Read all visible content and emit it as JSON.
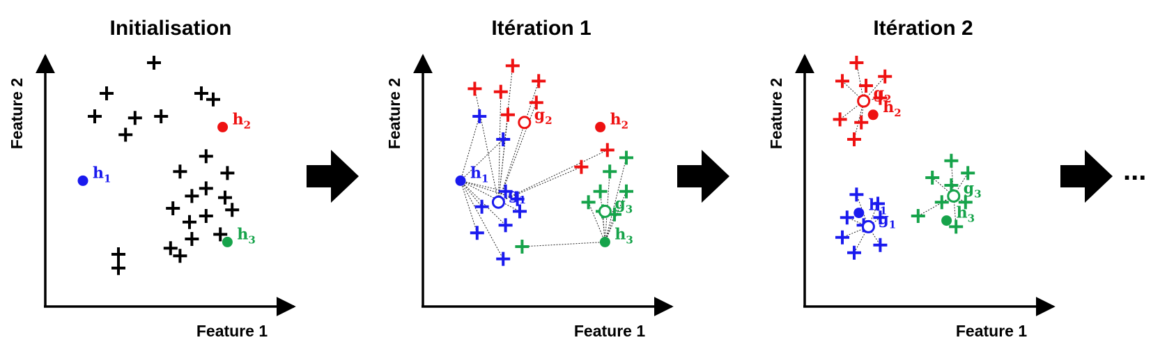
{
  "colors": {
    "black": "#000000",
    "red": "#ee1111",
    "blue": "#1a1aee",
    "green": "#16a34a"
  },
  "panels": [
    {
      "title": "Initialisation",
      "xlabel": "Feature 1",
      "ylabel": "Feature 2",
      "points": [
        {
          "x": 2,
          "y": 13,
          "c": "black"
        },
        {
          "x": 4,
          "y": 15,
          "c": "black"
        },
        {
          "x": 6,
          "y": 13,
          "c": "black"
        },
        {
          "x": 4.3,
          "y": 11.5,
          "c": "black"
        },
        {
          "x": 6.5,
          "y": 12.6,
          "c": "black"
        },
        {
          "x": 1.5,
          "y": 11.5,
          "c": "black"
        },
        {
          "x": 3.2,
          "y": 11.4,
          "c": "black"
        },
        {
          "x": 2.8,
          "y": 10.3,
          "c": "black"
        },
        {
          "x": 6.2,
          "y": 8.9,
          "c": "black"
        },
        {
          "x": 5.1,
          "y": 7.9,
          "c": "black"
        },
        {
          "x": 7.1,
          "y": 7.8,
          "c": "black"
        },
        {
          "x": 6.2,
          "y": 6.8,
          "c": "black"
        },
        {
          "x": 5.6,
          "y": 6.3,
          "c": "black"
        },
        {
          "x": 7.0,
          "y": 6.2,
          "c": "black"
        },
        {
          "x": 4.8,
          "y": 5.5,
          "c": "black"
        },
        {
          "x": 5.5,
          "y": 4.6,
          "c": "black"
        },
        {
          "x": 7.3,
          "y": 5.4,
          "c": "black"
        },
        {
          "x": 6.2,
          "y": 5.0,
          "c": "black"
        },
        {
          "x": 6.8,
          "y": 3.8,
          "c": "black"
        },
        {
          "x": 5.6,
          "y": 3.5,
          "c": "black"
        },
        {
          "x": 5.1,
          "y": 2.4,
          "c": "black"
        },
        {
          "x": 2.5,
          "y": 2.5,
          "c": "black"
        },
        {
          "x": 2.5,
          "y": 1.6,
          "c": "black"
        },
        {
          "x": 4.7,
          "y": 2.9,
          "c": "black"
        }
      ],
      "centroids": [
        {
          "label": "h",
          "index": "1",
          "x": 1.0,
          "y": 7.3,
          "c": "blue",
          "filled": true
        },
        {
          "label": "h",
          "index": "2",
          "x": 6.9,
          "y": 10.8,
          "c": "red",
          "filled": true
        },
        {
          "label": "h",
          "index": "3",
          "x": 7.1,
          "y": 3.3,
          "c": "green",
          "filled": true
        }
      ],
      "links": []
    },
    {
      "title": "Itération 1",
      "xlabel": "Feature 1",
      "ylabel": "Feature 2",
      "points": [
        {
          "x": 3.2,
          "y": 14.8,
          "c": "red"
        },
        {
          "x": 4.3,
          "y": 13.8,
          "c": "red"
        },
        {
          "x": 1.6,
          "y": 13.3,
          "c": "red"
        },
        {
          "x": 2.7,
          "y": 13.1,
          "c": "red"
        },
        {
          "x": 4.2,
          "y": 12.4,
          "c": "red"
        },
        {
          "x": 3.0,
          "y": 11.6,
          "c": "red"
        },
        {
          "x": 7.2,
          "y": 9.3,
          "c": "red"
        },
        {
          "x": 6.1,
          "y": 8.2,
          "c": "red"
        },
        {
          "x": 1.8,
          "y": 11.5,
          "c": "blue"
        },
        {
          "x": 2.8,
          "y": 10.0,
          "c": "blue"
        },
        {
          "x": 2.9,
          "y": 6.6,
          "c": "blue"
        },
        {
          "x": 3.4,
          "y": 6.1,
          "c": "blue"
        },
        {
          "x": 1.9,
          "y": 5.6,
          "c": "blue"
        },
        {
          "x": 3.5,
          "y": 5.3,
          "c": "blue"
        },
        {
          "x": 2.9,
          "y": 4.4,
          "c": "blue"
        },
        {
          "x": 1.7,
          "y": 3.9,
          "c": "blue"
        },
        {
          "x": 2.8,
          "y": 2.2,
          "c": "blue"
        },
        {
          "x": 3.6,
          "y": 3.0,
          "c": "green"
        },
        {
          "x": 8.0,
          "y": 8.8,
          "c": "green"
        },
        {
          "x": 7.3,
          "y": 7.9,
          "c": "green"
        },
        {
          "x": 8.0,
          "y": 6.6,
          "c": "green"
        },
        {
          "x": 6.9,
          "y": 6.6,
          "c": "green"
        },
        {
          "x": 6.4,
          "y": 5.9,
          "c": "green"
        },
        {
          "x": 7.0,
          "y": 5.3,
          "c": "green"
        },
        {
          "x": 7.5,
          "y": 5.1,
          "c": "green"
        }
      ],
      "centroids": [
        {
          "label": "h",
          "index": "1",
          "x": 1.0,
          "y": 7.3,
          "c": "blue",
          "filled": true
        },
        {
          "label": "h",
          "index": "2",
          "x": 6.9,
          "y": 10.8,
          "c": "red",
          "filled": true
        },
        {
          "label": "h",
          "index": "3",
          "x": 7.1,
          "y": 3.3,
          "c": "green",
          "filled": true
        },
        {
          "label": "g",
          "index": "1",
          "x": 2.6,
          "y": 5.9,
          "c": "blue",
          "filled": false
        },
        {
          "label": "g",
          "index": "2",
          "x": 3.7,
          "y": 11.1,
          "c": "red",
          "filled": false
        },
        {
          "label": "g",
          "index": "3",
          "x": 7.1,
          "y": 5.3,
          "c": "green",
          "filled": false
        }
      ],
      "links": [
        {
          "from": 3,
          "to": [
            0,
            1,
            2,
            3,
            4,
            5,
            6,
            7
          ]
        },
        {
          "from": 0,
          "to": [
            8,
            9,
            10,
            11,
            12,
            13,
            14,
            15,
            16
          ]
        },
        {
          "from": 2,
          "to": [
            17,
            18,
            19,
            20,
            21,
            22,
            23,
            24
          ]
        }
      ]
    },
    {
      "title": "Itération 2",
      "xlabel": "Feature 1",
      "ylabel": "Feature 2",
      "points": [
        {
          "x": 1.6,
          "y": 15.0,
          "c": "red"
        },
        {
          "x": 1.0,
          "y": 13.8,
          "c": "red"
        },
        {
          "x": 2.0,
          "y": 13.5,
          "c": "red"
        },
        {
          "x": 2.8,
          "y": 14.1,
          "c": "red"
        },
        {
          "x": 2.6,
          "y": 12.7,
          "c": "red"
        },
        {
          "x": 0.9,
          "y": 11.3,
          "c": "red"
        },
        {
          "x": 1.8,
          "y": 11.1,
          "c": "red"
        },
        {
          "x": 1.5,
          "y": 10.0,
          "c": "red"
        },
        {
          "x": 1.6,
          "y": 6.4,
          "c": "blue"
        },
        {
          "x": 2.5,
          "y": 5.8,
          "c": "blue"
        },
        {
          "x": 1.2,
          "y": 4.9,
          "c": "blue"
        },
        {
          "x": 2.6,
          "y": 4.9,
          "c": "blue"
        },
        {
          "x": 1.9,
          "y": 4.4,
          "c": "blue"
        },
        {
          "x": 1.0,
          "y": 3.6,
          "c": "blue"
        },
        {
          "x": 2.6,
          "y": 3.1,
          "c": "blue"
        },
        {
          "x": 1.5,
          "y": 2.6,
          "c": "blue"
        },
        {
          "x": 5.6,
          "y": 8.6,
          "c": "green"
        },
        {
          "x": 4.8,
          "y": 7.5,
          "c": "green"
        },
        {
          "x": 5.6,
          "y": 7.0,
          "c": "green"
        },
        {
          "x": 6.3,
          "y": 7.8,
          "c": "green"
        },
        {
          "x": 5.2,
          "y": 5.9,
          "c": "green"
        },
        {
          "x": 6.2,
          "y": 5.9,
          "c": "green"
        },
        {
          "x": 4.2,
          "y": 5.0,
          "c": "green"
        },
        {
          "x": 5.8,
          "y": 4.3,
          "c": "green"
        }
      ],
      "centroids": [
        {
          "label": "h",
          "index": "1",
          "x": 1.7,
          "y": 5.2,
          "c": "blue",
          "filled": true
        },
        {
          "label": "h",
          "index": "2",
          "x": 2.3,
          "y": 11.6,
          "c": "red",
          "filled": true
        },
        {
          "label": "h",
          "index": "3",
          "x": 5.4,
          "y": 4.7,
          "c": "green",
          "filled": true
        },
        {
          "label": "g",
          "index": "1",
          "x": 2.1,
          "y": 4.3,
          "c": "blue",
          "filled": false
        },
        {
          "label": "g",
          "index": "2",
          "x": 1.9,
          "y": 12.5,
          "c": "red",
          "filled": false
        },
        {
          "label": "g",
          "index": "3",
          "x": 5.7,
          "y": 6.3,
          "c": "green",
          "filled": false
        }
      ],
      "links": [
        {
          "from": 4,
          "to": [
            0,
            1,
            2,
            3,
            4,
            5,
            6,
            7
          ]
        },
        {
          "from": 3,
          "to": [
            8,
            9,
            10,
            11,
            12,
            13,
            14,
            15
          ]
        },
        {
          "from": 5,
          "to": [
            16,
            17,
            18,
            19,
            20,
            21,
            22,
            23
          ]
        }
      ]
    }
  ],
  "continuation": "..."
}
